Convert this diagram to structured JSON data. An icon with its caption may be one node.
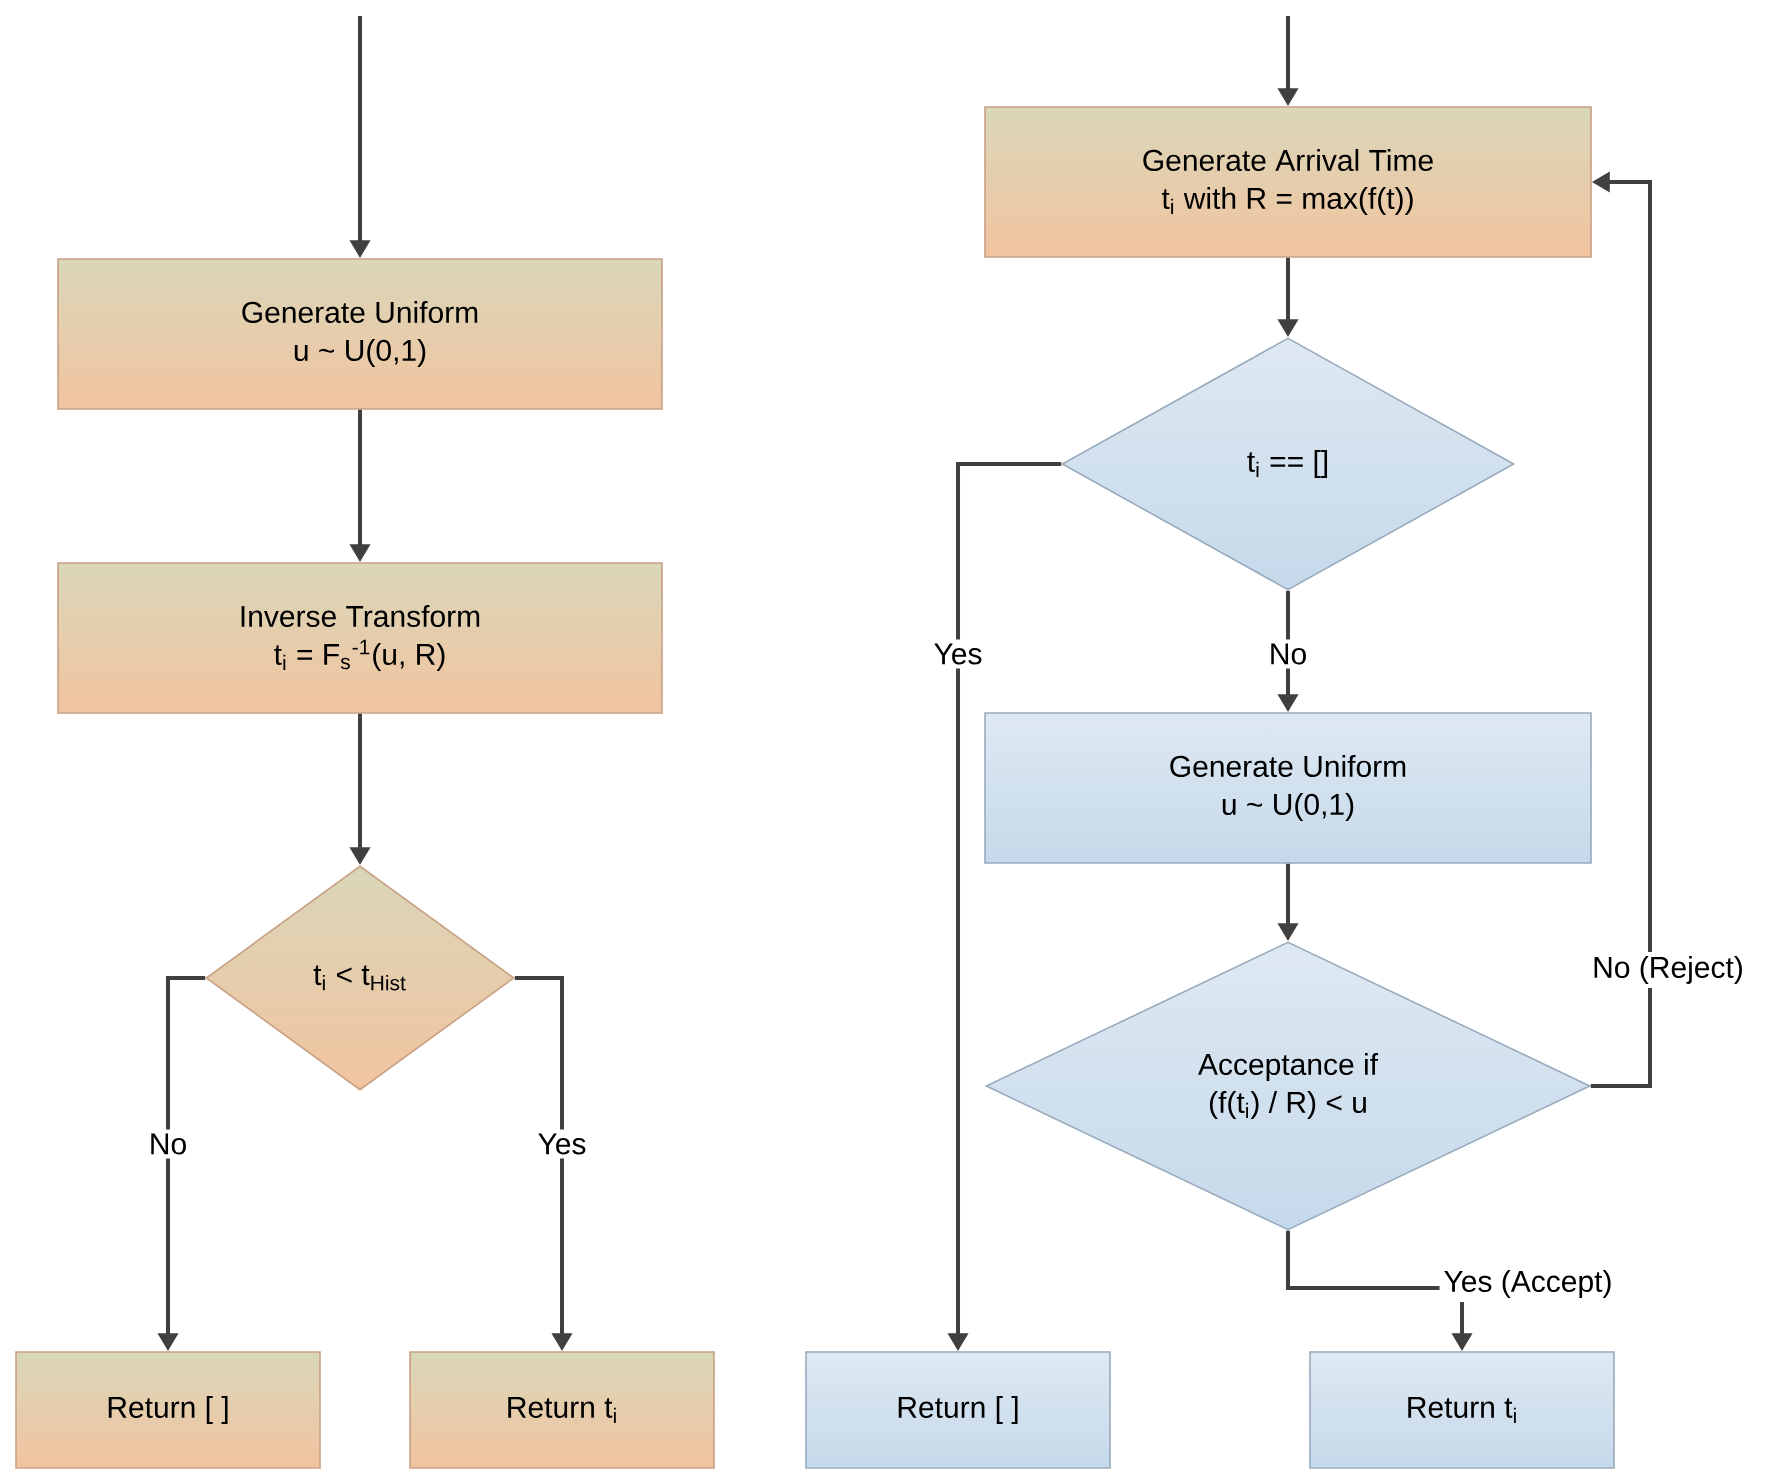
{
  "diagram": {
    "nodes": [
      {
        "text": [
          "Generate Uniform",
          "u ~ U(0,1)"
        ]
      },
      {
        "text": [
          "Inverse Transform",
          "t$_{i}$ = F$_{s}$$^{-1}$(u, R)"
        ]
      },
      {
        "text": [
          "t$_{i}$ < t$_{Hist}$"
        ]
      },
      {
        "text": [
          "Return [ ]"
        ]
      },
      {
        "text": [
          "Return t$_{i}$"
        ]
      },
      {
        "text": [
          "Generate Arrival Time",
          "t$_{i}$ with R = max(f(t))"
        ]
      },
      {
        "text": [
          "t$_{i}$ == []"
        ]
      },
      {
        "text": [
          "Generate Uniform",
          "u ~ U(0,1)"
        ]
      },
      {
        "text": [
          "Acceptance  if",
          "(f(t$_{i}$) / R) < u"
        ]
      },
      {
        "text": [
          "Return [ ]"
        ]
      },
      {
        "text": [
          "Return t$_{i}$"
        ]
      }
    ],
    "edges": [
      {
        "from": null,
        "to": 0,
        "arrow": "to"
      },
      {
        "from": 0,
        "to": 1,
        "arrow": "to"
      },
      {
        "from": 1,
        "to": 2,
        "arrow": "to"
      },
      {
        "from": 2,
        "to": 3,
        "arrow": "to",
        "label": "No"
      },
      {
        "from": 2,
        "to": 4,
        "arrow": "to",
        "label": "Yes"
      },
      {
        "from": null,
        "to": 5,
        "arrow": "to"
      },
      {
        "from": 5,
        "to": 6,
        "arrow": "to"
      },
      {
        "from": 6,
        "to": 9,
        "arrow": "to",
        "label": "Yes"
      },
      {
        "from": 6,
        "to": 7,
        "arrow": "to",
        "label": "No"
      },
      {
        "from": 7,
        "to": 8,
        "arrow": "to"
      },
      {
        "from": 8,
        "to": 5,
        "arrow": "to",
        "label": "No (Reject)"
      },
      {
        "from": 8,
        "to": 10,
        "arrow": "to",
        "label": "Yes (Accept)"
      }
    ]
  }
}
